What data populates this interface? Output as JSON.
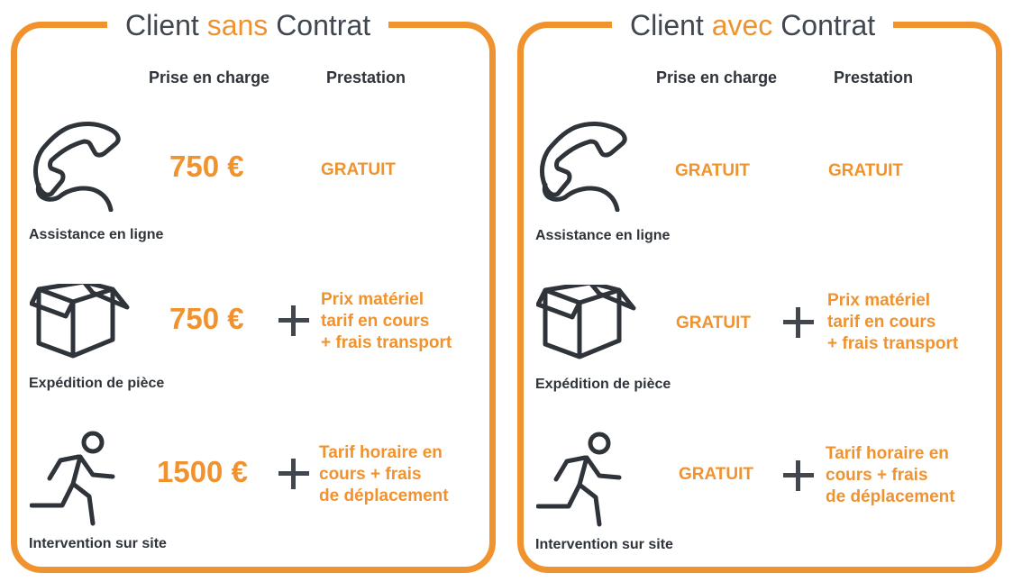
{
  "colors": {
    "accent": "#f0932f",
    "text": "#2f343a"
  },
  "left": {
    "title_pre": "Client ",
    "title_accent": "sans",
    "title_post": " Contrat",
    "col_prise": "Prise en charge",
    "col_prestation": "Prestation",
    "rows": [
      {
        "label": "Assistance en ligne",
        "icon": "phone-icon",
        "prise": "750 €",
        "prestation": [
          "GRATUIT"
        ]
      },
      {
        "label": "Expédition de pièce",
        "icon": "box-icon",
        "prise": "750 €",
        "prestation": [
          "Prix matériel",
          "tarif en cours",
          "+ frais transport"
        ]
      },
      {
        "label": "Intervention sur site",
        "icon": "running-person-icon",
        "prise": "1500 €",
        "prestation": [
          "Tarif horaire en",
          "cours + frais",
          "de déplacement"
        ]
      }
    ]
  },
  "right": {
    "title_pre": "Client ",
    "title_accent": "avec",
    "title_post": " Contrat",
    "col_prise": "Prise en charge",
    "col_prestation": "Prestation",
    "rows": [
      {
        "label": "Assistance en ligne",
        "icon": "phone-icon",
        "prise": "GRATUIT",
        "prestation": [
          "GRATUIT"
        ]
      },
      {
        "label": "Expédition de pièce",
        "icon": "box-icon",
        "prise": "GRATUIT",
        "prestation": [
          "Prix matériel",
          "tarif en cours",
          "+ frais transport"
        ]
      },
      {
        "label": "Intervention sur site",
        "icon": "running-person-icon",
        "prise": "GRATUIT",
        "prestation": [
          "Tarif horaire en",
          "cours + frais",
          "de déplacement"
        ]
      }
    ]
  }
}
